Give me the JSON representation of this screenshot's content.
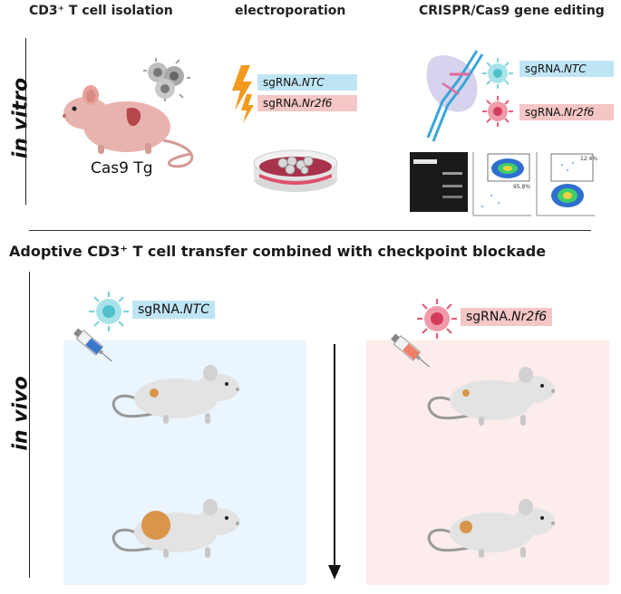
{
  "headers": {
    "isolation": "CD3⁺ T cell isolation",
    "electroporation": "electroporation",
    "editing": "CRISPR/Cas9 gene editing"
  },
  "side_labels": {
    "in_vitro": "in vitro",
    "in_vivo": "in vivo"
  },
  "mouse_label": "Cas9 Tg",
  "sgrna": {
    "prefix": "sgRNA.",
    "ntc": "NTC",
    "nr2f6": "Nr2f6"
  },
  "flow": {
    "gate_top": "12.4%",
    "gate_bottom": "95.8%"
  },
  "middle_title": "Adoptive CD3⁺ T cell transfer combined with checkpoint blockade",
  "colors": {
    "ntc_label": "#bfe5f5",
    "nr2f6_label": "#f5c6c6",
    "panel_blue": "#eaf5fd",
    "panel_pink": "#fcecec",
    "cell_teal": "#7fd3dc",
    "cell_red": "#e0607a",
    "tumor": "#d9954a"
  }
}
